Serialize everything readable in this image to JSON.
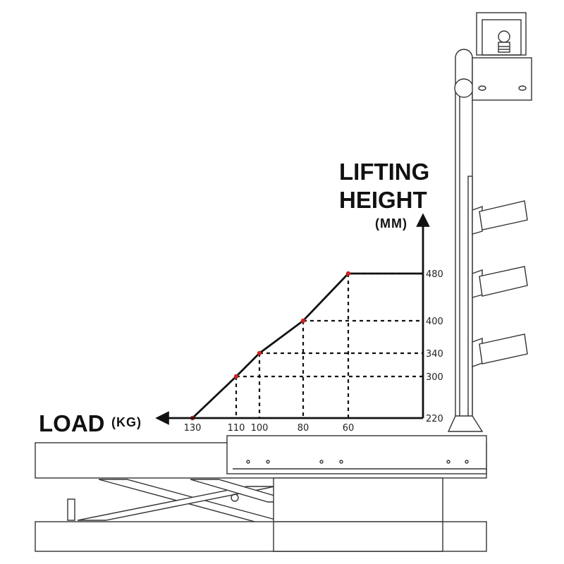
{
  "labels": {
    "y_title_line1": "LIFTING",
    "y_title_line2": "HEIGHT",
    "y_unit": "(MM)",
    "x_title": "LOAD",
    "x_unit": "(KG)"
  },
  "colors": {
    "line": "#111111",
    "point": "#cc2222",
    "machine": "#333333"
  },
  "chart_data": {
    "type": "line",
    "x": [
      130,
      110,
      100,
      80,
      60
    ],
    "y": [
      220,
      300,
      340,
      400,
      480
    ],
    "x_ticks": [
      "130",
      "110",
      "100",
      "80",
      "60"
    ],
    "y_ticks": [
      "220",
      "300",
      "340",
      "400",
      "480"
    ],
    "xlabel": "LOAD(KG)",
    "ylabel": "LIFTING HEIGHT (MM)",
    "grid": "dashed guides to axes",
    "x_direction": "decreasing to the right",
    "plateau_to_axis": true
  }
}
